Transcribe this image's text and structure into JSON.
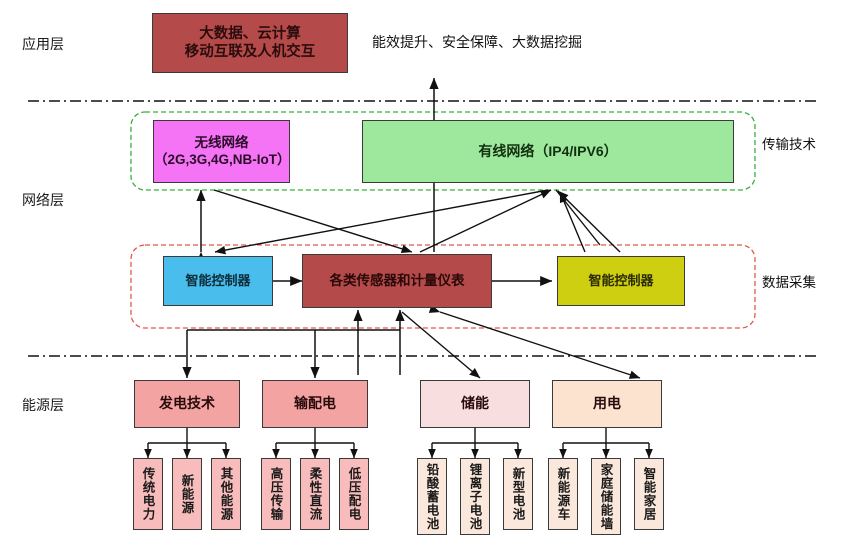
{
  "diagram": {
    "title_note": "能效提升、安全保障、大数据挖掘",
    "layer_labels": {
      "application": "应用层",
      "network": "网络层",
      "energy": "能源层"
    },
    "side_labels": {
      "transmission": "传输技术",
      "data_acquisition": "数据采集"
    },
    "application_layer": {
      "box": {
        "line1": "大数据、云计算",
        "line2": "移动互联及人机交互",
        "color": "#b44a4a"
      }
    },
    "network_layer": {
      "wireless": {
        "line1": "无线网络",
        "line2": "（2G,3G,4G,NB-IoT）",
        "color": "#f573f5"
      },
      "wired": {
        "label": "有线网络（IP4/IPV6）",
        "color": "#9ee89e"
      }
    },
    "data_layer": {
      "controller_left": {
        "label": "智能控制器",
        "color": "#49bdeb"
      },
      "sensors": {
        "label": "各类传感器和计量仪表",
        "color": "#b44a4a"
      },
      "controller_right": {
        "label": "智能控制器",
        "color": "#cfcf12"
      }
    },
    "energy_layer": {
      "groups": [
        {
          "name": "发电技术",
          "color": "#f4a3a3",
          "children": [
            {
              "label": "传统电力",
              "color": "#f9bcbc"
            },
            {
              "label": "新能源",
              "color": "#f9bcbc"
            },
            {
              "label": "其他能源",
              "color": "#f9bcbc"
            }
          ]
        },
        {
          "name": "输配电",
          "color": "#f4a3a3",
          "children": [
            {
              "label": "高压传输",
              "color": "#f9bcbc"
            },
            {
              "label": "柔性直流",
              "color": "#f9bcbc"
            },
            {
              "label": "低压配电",
              "color": "#f9bcbc"
            }
          ]
        },
        {
          "name": "储能",
          "color": "#f8dede",
          "children": [
            {
              "label": "铅酸蓄电池",
              "color": "#fbe8dc"
            },
            {
              "label": "锂离子电池",
              "color": "#fbe8dc"
            },
            {
              "label": "新型电池",
              "color": "#fbe8dc"
            }
          ]
        },
        {
          "name": "用电",
          "color": "#fce3d0",
          "children": [
            {
              "label": "新能源车",
              "color": "#fbe8dc"
            },
            {
              "label": "家庭储能墙",
              "color": "#fbe8dc"
            },
            {
              "label": "智能家居",
              "color": "#fbe8dc"
            }
          ]
        }
      ]
    },
    "colors": {
      "divider": "#111111",
      "transmission_container_border": "#35b035",
      "data_container_border": "#e0584f",
      "arrow": "#111111"
    }
  }
}
